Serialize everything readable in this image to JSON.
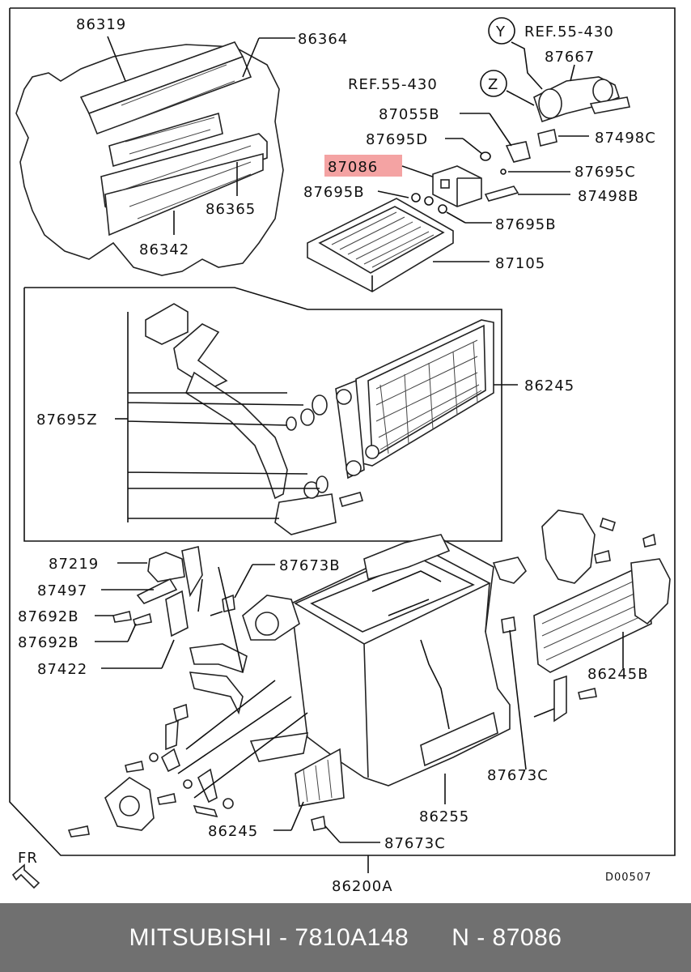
{
  "labels": {
    "l86319": "86319",
    "l86364": "86364",
    "l86365": "86365",
    "l86342": "86342",
    "refY": "REF.55-430",
    "refZ": "REF.55-430",
    "yMark": "Y",
    "zMark": "Z",
    "l87667": "87667",
    "l87055B": "87055B",
    "l87695D": "87695D",
    "l87498C": "87498C",
    "l87086": "87086",
    "l87695C": "87695C",
    "l87695B_a": "87695B",
    "l87498B": "87498B",
    "l87695B_b": "87695B",
    "l87105": "87105",
    "l86245_a": "86245",
    "l87695Z": "87695Z",
    "l87219": "87219",
    "l87673B": "87673B",
    "l87497": "87497",
    "l87692B_a": "87692B",
    "l87692B_b": "87692B",
    "l87422": "87422",
    "l86245B": "86245B",
    "l87673C_a": "87673C",
    "l86255": "86255",
    "l86245_b": "86245",
    "l87673C_b": "87673C",
    "l86200A": "86200A",
    "fr": "FR",
    "code": "D00507"
  },
  "highlight_color": "#f4a3a3",
  "footer": {
    "brand": "MITSUBISHI",
    "part_number": "7810A148",
    "ref": "N - 87086",
    "separator": " - ",
    "gap": "      ",
    "background": "#707070"
  }
}
